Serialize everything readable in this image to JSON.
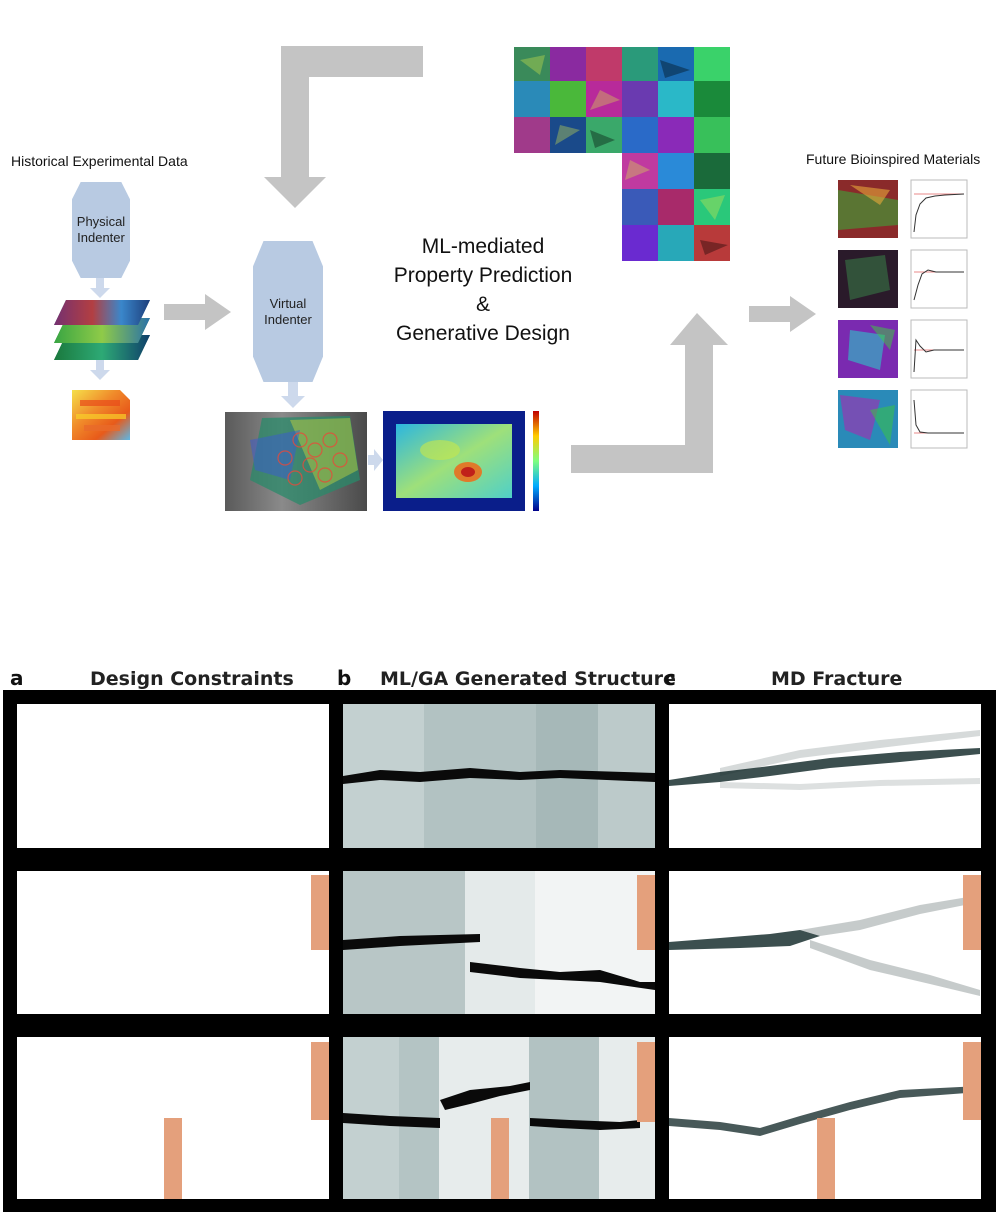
{
  "top": {
    "label_historical": "Historical Experimental Data",
    "physical_indenter": "Physical\nIndenter",
    "virtual_indenter": "Virtual\nIndenter",
    "center_text": [
      "ML-mediated",
      "Property Prediction",
      "&",
      "Generative Design"
    ],
    "label_future": "Future Bioinspired Materials"
  },
  "bottom": {
    "panels": [
      {
        "letter": "a",
        "title": "Design Constraints"
      },
      {
        "letter": "b",
        "title": "ML/GA Generated Structure"
      },
      {
        "letter": "c",
        "title": "MD Fracture"
      }
    ]
  },
  "colors": {
    "arrow_gray": "#c4c4c4",
    "indenter_blue": "#b8cae2",
    "constraint_orange": "#e4a07c",
    "grid_black": "#000000"
  }
}
